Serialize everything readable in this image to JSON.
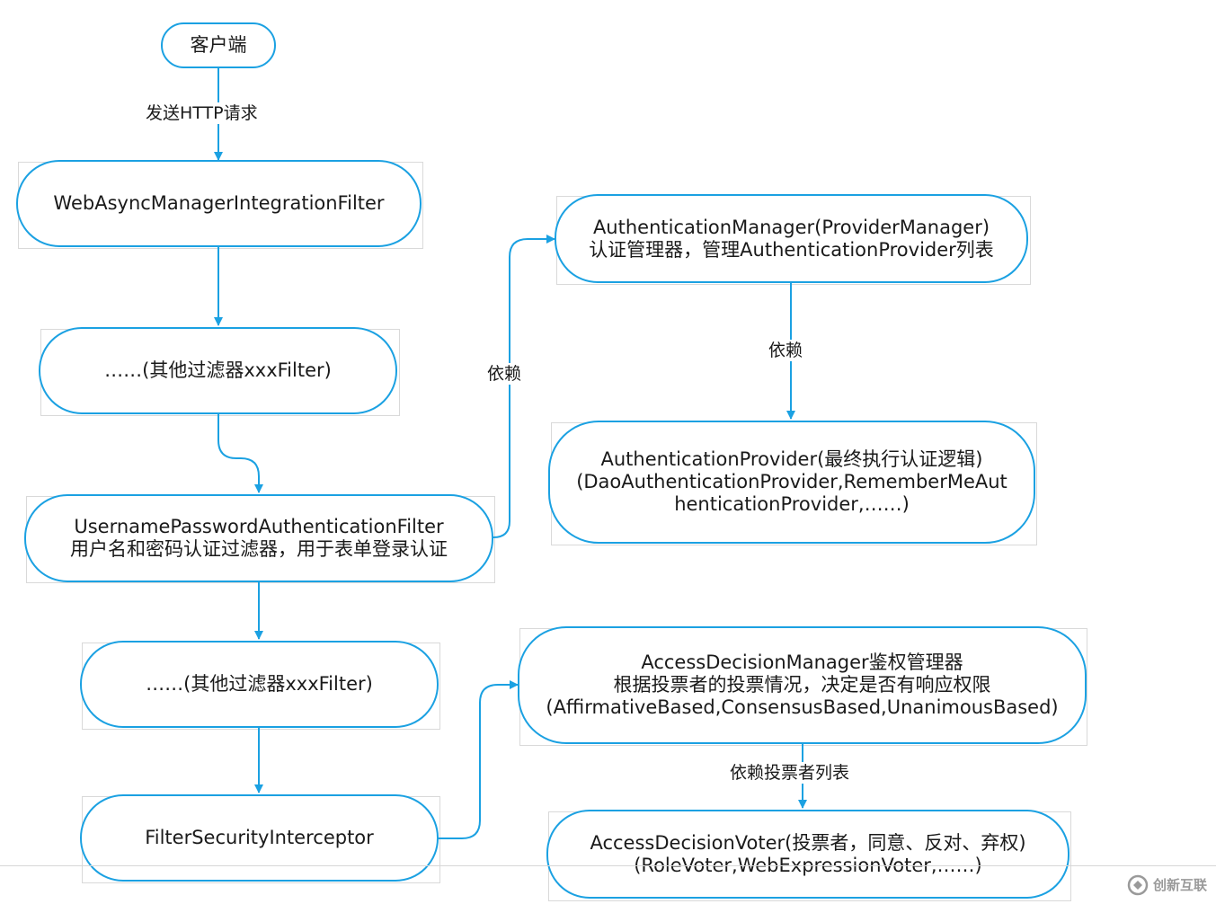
{
  "colors": {
    "stroke": "#1ba1e2",
    "text": "#1a1a1a",
    "selection": "#d9d9d9"
  },
  "nodes": {
    "client": {
      "lines": [
        "客户端"
      ]
    },
    "web_async": {
      "lines": [
        "WebAsyncManagerIntegrationFilter"
      ]
    },
    "other_filter_1": {
      "lines": [
        "……(其他过滤器xxxFilter)"
      ]
    },
    "username_password": {
      "lines": [
        "UsernamePasswordAuthenticationFilter",
        "用户名和密码认证过滤器，用于表单登录认证"
      ]
    },
    "other_filter_2": {
      "lines": [
        "……(其他过滤器xxxFilter)"
      ]
    },
    "filter_security": {
      "lines": [
        "FilterSecurityInterceptor"
      ]
    },
    "auth_manager": {
      "lines": [
        "AuthenticationManager(ProviderManager)",
        "认证管理器，管理AuthenticationProvider列表"
      ]
    },
    "auth_provider": {
      "lines": [
        "AuthenticationProvider(最终执行认证逻辑)",
        "(DaoAuthenticationProvider,RememberMeAut",
        "henticationProvider,……)"
      ]
    },
    "access_manager": {
      "lines": [
        "AccessDecisionManager鉴权管理器",
        "根据投票者的投票情况，决定是否有响应权限",
        "(AffirmativeBased,ConsensusBased,UnanimousBased)"
      ]
    },
    "access_voter": {
      "lines": [
        "AccessDecisionVoter(投票者，同意、反对、弃权)",
        "(RoleVoter,WebExpressionVoter,……)"
      ]
    }
  },
  "edge_labels": {
    "send_http": "发送HTTP请求",
    "depends_auth": "依赖",
    "depends_provider": "依赖",
    "depends_voters": "依赖投票者列表"
  },
  "watermark": {
    "icon": "chuangxin-logo-icon",
    "text": "创新互联"
  }
}
